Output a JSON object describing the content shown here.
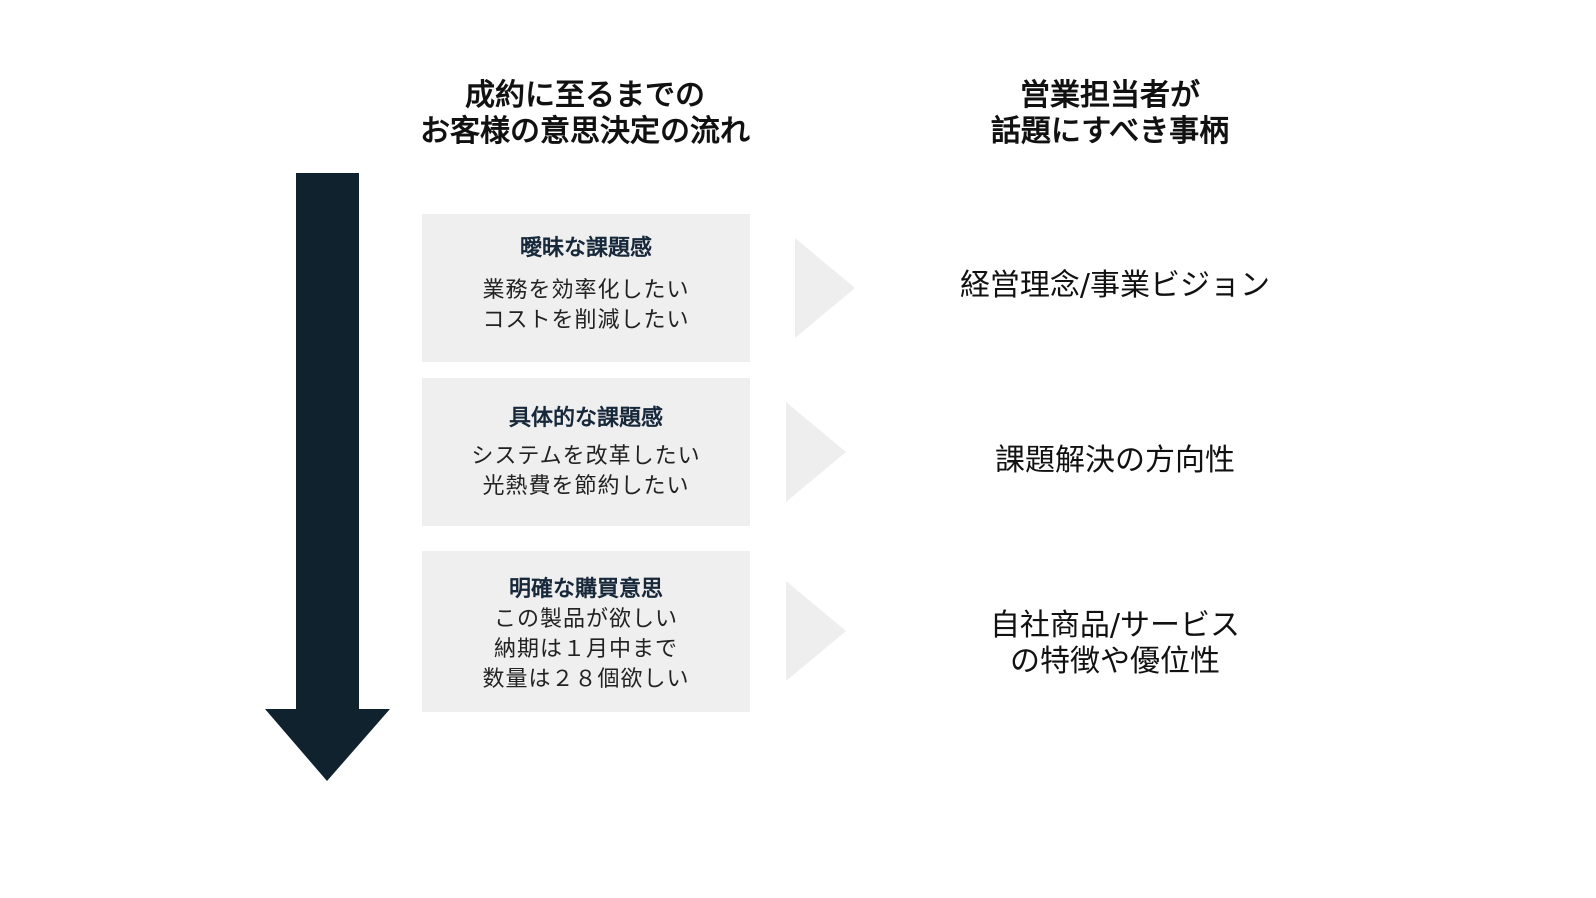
{
  "header": {
    "left_title": [
      "成約に至るまでの",
      "お客様の意思決定の流れ"
    ],
    "right_title": [
      "営業担当者が",
      "話題にすべき事柄"
    ]
  },
  "stages": [
    {
      "heading": "曖昧な課題感",
      "lines": [
        "業務を効率化したい",
        "コストを削減したい"
      ],
      "topic": [
        "経営理念/事業ビジョン"
      ]
    },
    {
      "heading": "具体的な課題感",
      "lines": [
        "システムを改革したい",
        "光熱費を節約したい"
      ],
      "topic": [
        "課題解決の方向性"
      ]
    },
    {
      "heading": "明確な購買意思",
      "lines": [
        "この製品が欲しい",
        "納期は１月中まで",
        "数量は２８個欲しい"
      ],
      "topic": [
        "自社商品/サービス",
        "の特徴や優位性"
      ]
    }
  ],
  "colors": {
    "flow_arrow": "#0f222e",
    "box_background": "#efefef",
    "chevron": "#eeeeee",
    "heading_text": "#17283a"
  }
}
